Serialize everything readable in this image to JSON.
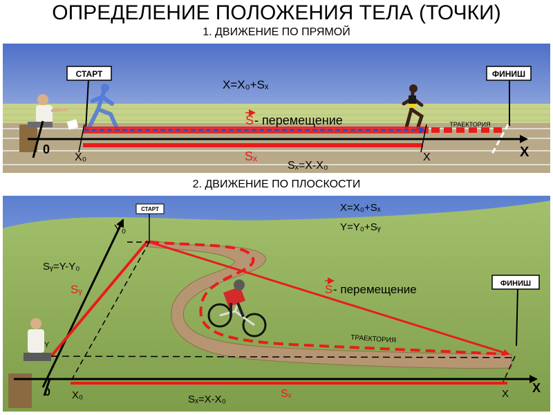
{
  "title": "ОПРЕДЕЛЕНИЕ ПОЛОЖЕНИЯ ТЕЛА (ТОЧКИ)",
  "section1": {
    "heading": "1. ДВИЖЕНИЕ ПО ПРЯМОЙ",
    "start_sign": "СТАРТ",
    "finish_sign": "ФИНИШ",
    "formula_x": "X=X₀+Sₓ",
    "displacement_label": "- перемещение",
    "displacement_vector": "S",
    "trajectory_label": "ТРАЕКТОРИЯ",
    "origin": "0",
    "x0": "X₀",
    "x": "X",
    "axis": "X",
    "sx": "Sₓ",
    "sx_formula": "Sₓ=X-X₀"
  },
  "section2": {
    "heading": "2. ДВИЖЕНИЕ ПО ПЛОСКОСТИ",
    "start_sign": "СТАРТ",
    "finish_sign": "ФИНИШ",
    "formula_x": "X=X₀+Sₓ",
    "formula_y": "Y=Y₀+Sᵧ",
    "displacement_label": "- перемещение",
    "displacement_vector": "S",
    "trajectory_label": "ТРАЕКТОРИЯ",
    "origin": "0",
    "y0": "Y₀",
    "y": "Y",
    "x0": "X₀",
    "x": "X",
    "axis": "X",
    "sy": "Sᵧ",
    "sy_formula": "Sᵧ=Y-Y₀",
    "sx": "Sₓ",
    "sx_formula": "Sₓ=X-X₀"
  },
  "colors": {
    "sky_top": "#5d7fd0",
    "sky_bottom": "#c9d8f0",
    "grass": "#9dbd62",
    "track": "#b9ab86",
    "vector_red": "#e81c1c",
    "dash_blue": "#2846c8"
  }
}
